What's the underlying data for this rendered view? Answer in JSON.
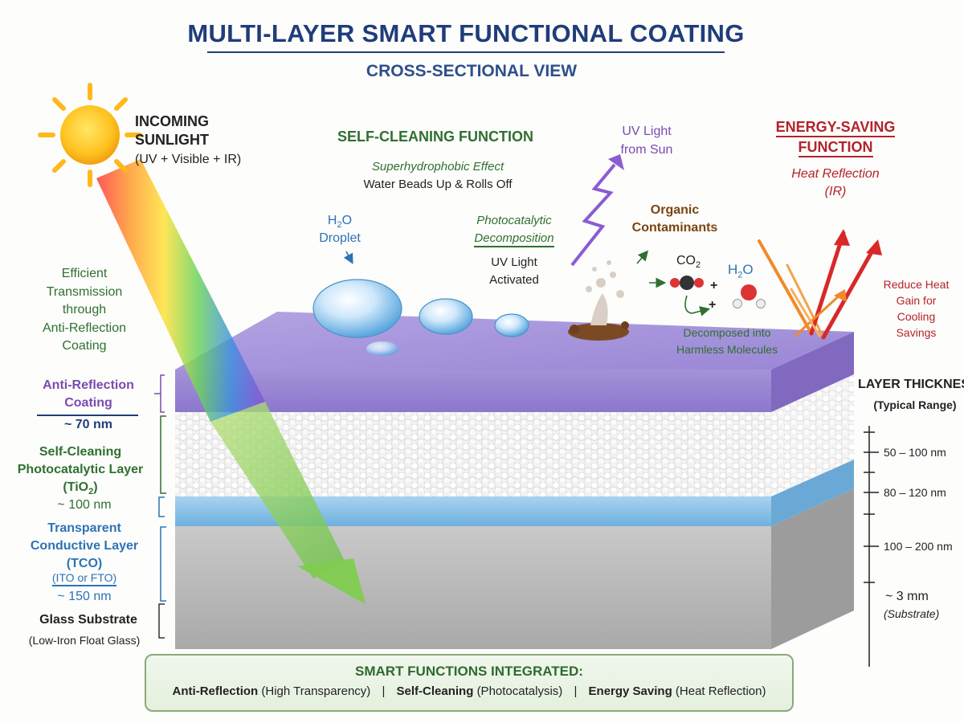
{
  "header": {
    "title": "MULTI-LAYER SMART FUNCTIONAL COATING",
    "subtitle": "CROSS-SECTIONAL VIEW"
  },
  "sunlight": {
    "line1": "INCOMING",
    "line2": "SUNLIGHT",
    "spectrum": "(UV + Visible + IR)"
  },
  "transmission": {
    "lines": [
      "Efficient",
      "Transmission",
      "through",
      "Anti-Reflection",
      "Coating"
    ]
  },
  "self_cleaning": {
    "heading": "SELF-CLEANING FUNCTION",
    "effect": "Superhydrophobic Effect",
    "description": "Water Beads Up & Rolls Off",
    "droplet_formula": "H2O",
    "droplet_label": "Droplet",
    "photocatalytic_line1": "Photocatalytic",
    "photocatalytic_line2": "Decomposition",
    "uv_activated_line1": "UV Light",
    "uv_activated_line2": "Activated"
  },
  "uv_sun": {
    "line1": "UV Light",
    "line2": "from Sun"
  },
  "contaminants": {
    "line1": "Organic",
    "line2": "Contaminants",
    "product1": "CO2",
    "product2": "H2O",
    "decomposed_line1": "Decomposed into",
    "decomposed_line2": "Harmless Molecules"
  },
  "energy_saving": {
    "heading_line1": "ENERGY-SAVING",
    "heading_line2": "FUNCTION",
    "sub_line1": "Heat Reflection",
    "sub_line2": "(IR)",
    "benefit": [
      "Reduce Heat",
      "Gain for",
      "Cooling",
      "Savings"
    ]
  },
  "layers": [
    {
      "name_lines": [
        "Anti-Reflection",
        "Coating"
      ],
      "thickness": "~ 70 nm",
      "color": "#a895d8"
    },
    {
      "name_lines": [
        "Self-Cleaning",
        "Photocatalytic Layer",
        "(TiO2)"
      ],
      "thickness": "~ 100 nm",
      "color": "#f4f4f4"
    },
    {
      "name_lines": [
        "Transparent",
        "Conductive Layer",
        "(TCO)"
      ],
      "note": "(ITO or FTO)",
      "thickness": "~ 150 nm",
      "color": "#8cc2e6"
    },
    {
      "name_lines": [
        "Glass Substrate"
      ],
      "note": "(Low-Iron Float Glass)",
      "color": "#b8b8b8"
    }
  ],
  "thickness_scale": {
    "title": "LAYER THICKNESS",
    "subtitle": "(Typical Range)",
    "ranges": [
      "50 – 100 nm",
      "80 – 120 nm",
      "100 – 200 nm",
      "~ 3 mm"
    ],
    "substrate_note": "(Substrate)"
  },
  "summary": {
    "heading": "SMART FUNCTIONS INTEGRATED:",
    "items": [
      {
        "name": "Anti-Reflection",
        "detail": "(High Transparency)"
      },
      {
        "name": "Self-Cleaning",
        "detail": "(Photocatalysis)"
      },
      {
        "name": "Energy Saving",
        "detail": "(Heat Reflection)"
      }
    ],
    "separator": "|"
  },
  "colors": {
    "title": "#1f3d7a",
    "green": "#2f7030",
    "purple": "#7b4bb0",
    "blue": "#2d73b5",
    "red": "#b3232a",
    "brown": "#7a4512"
  }
}
